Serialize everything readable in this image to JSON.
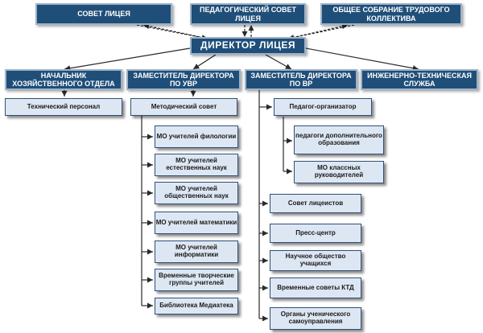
{
  "top": {
    "school_council": "СОВЕТ ЛИЦЕЯ",
    "ped_council": "ПЕДАГОГИЧЕСКИЙ СОВЕТ ЛИЦЕЯ",
    "general_meeting": "ОБЩЕЕ СОБРАНИЕ ТРУДОВОГО КОЛЛЕКТИВА"
  },
  "director": "ДИРЕКТОР ЛИЦЕЯ",
  "departments": {
    "household_head": "НАЧАЛЬНИК ХОЗЯЙСТВЕННОГО ОТДЕЛА",
    "deputy_uvr": "ЗАМЕСТИТЕЛЬ ДИРЕКТОРА ПО УВР",
    "deputy_vr": "ЗАМЕСТИТЕЛЬ ДИРЕКТОРА ПО ВР",
    "engineering": "ИНЖЕНЕРНО-ТЕХНИЧЕСКАЯ СЛУЖБА"
  },
  "technical_staff": "Технический персонал",
  "methodical_council": "Методический совет",
  "mo_list": [
    "МО учителей филологии",
    "МО учителей естественных наук",
    "МО учителей общественных наук",
    "МО учителей математики",
    "МО учителей информатики",
    "Временные творческие группы учителей",
    "Библиотека Медиатека"
  ],
  "organizer": "Педагог-организатор",
  "organizer_children": [
    "педагоги дополнительного образования",
    "МО классных руководителей"
  ],
  "vr_items": [
    "Совет лицеистов",
    "Пресс-центр",
    "Научное общество учащихся",
    "Временные советы КТД",
    "Органы ученического самоуправления"
  ]
}
